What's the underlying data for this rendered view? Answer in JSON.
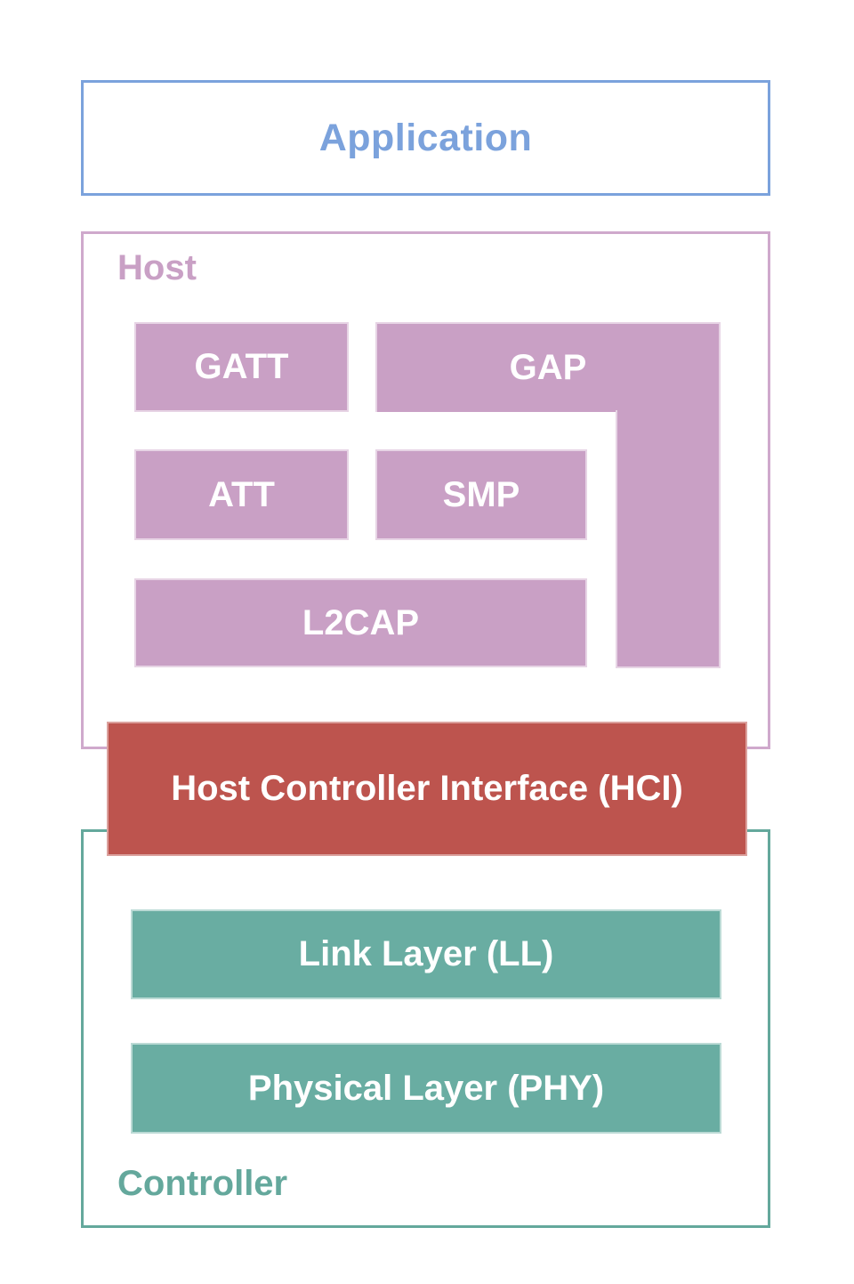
{
  "application": {
    "label": "Application"
  },
  "host": {
    "label": "Host",
    "blocks": {
      "gatt": "GATT",
      "gap": "GAP",
      "att": "ATT",
      "smp": "SMP",
      "l2cap": "L2CAP"
    }
  },
  "hci": {
    "label": "Host Controller Interface (HCI)"
  },
  "controller": {
    "label": "Controller",
    "blocks": {
      "link_layer": "Link Layer (LL)",
      "physical_layer": "Physical Layer (PHY)"
    }
  },
  "colors": {
    "blue": "#7ba2dc",
    "mauve": "#c9a0c5",
    "mauve-border": "#cfa9cc",
    "red": "#bd544e",
    "teal": "#69ada2",
    "teal-border": "#64a89c"
  }
}
